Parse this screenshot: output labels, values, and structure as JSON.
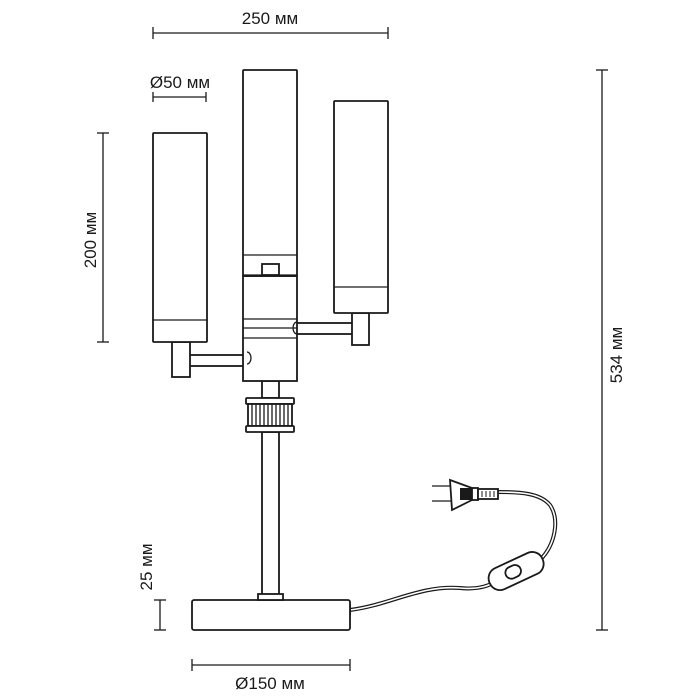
{
  "dimensions": {
    "width_total": "250 мм",
    "shade_diameter": "Ø50 мм",
    "shade_height": "200 мм",
    "total_height": "534 мм",
    "base_height": "25 мм",
    "base_diameter": "Ø150 мм"
  },
  "colors": {
    "line": "#1a1a1a",
    "background": "#ffffff"
  }
}
